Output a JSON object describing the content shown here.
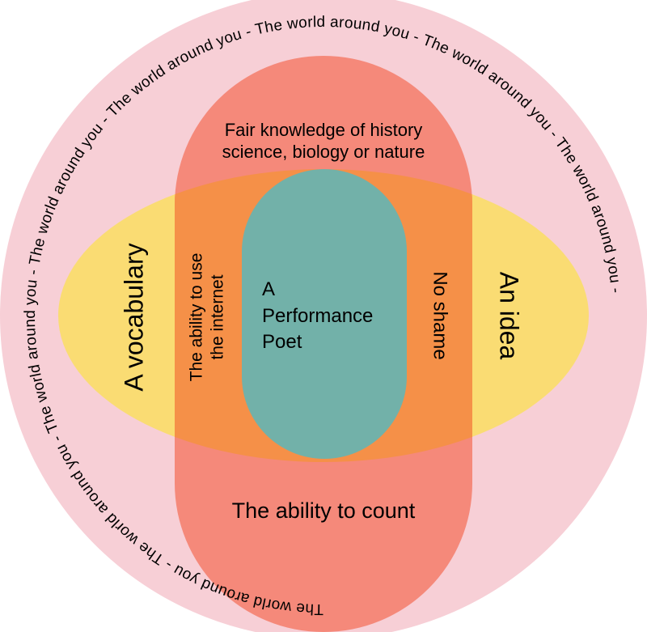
{
  "colors": {
    "outer_circle": "#f7cfd6",
    "yellow_ellipse": "#fadc73",
    "salmon_stadium": "#f5897a",
    "orange_overlap": "#f59048",
    "teal_center": "#72b1a9",
    "text": "#000000"
  },
  "outer_ring": {
    "text": "The world around you - The world around you - The world around you - The world around you - The world around you - The world around you - The world around you - The world around you -"
  },
  "labels": {
    "top_line1": "Fair knowledge of history",
    "top_line2": "science, biology or nature",
    "bottom": "The ability to count",
    "left_outer": "A vocabulary",
    "left_inner_line1": "The ability to use",
    "left_inner_line2": "the internet",
    "right_inner": "No shame",
    "right_outer": "An idea",
    "center_line1": "A",
    "center_line2": "Performance",
    "center_line3": "Poet"
  }
}
